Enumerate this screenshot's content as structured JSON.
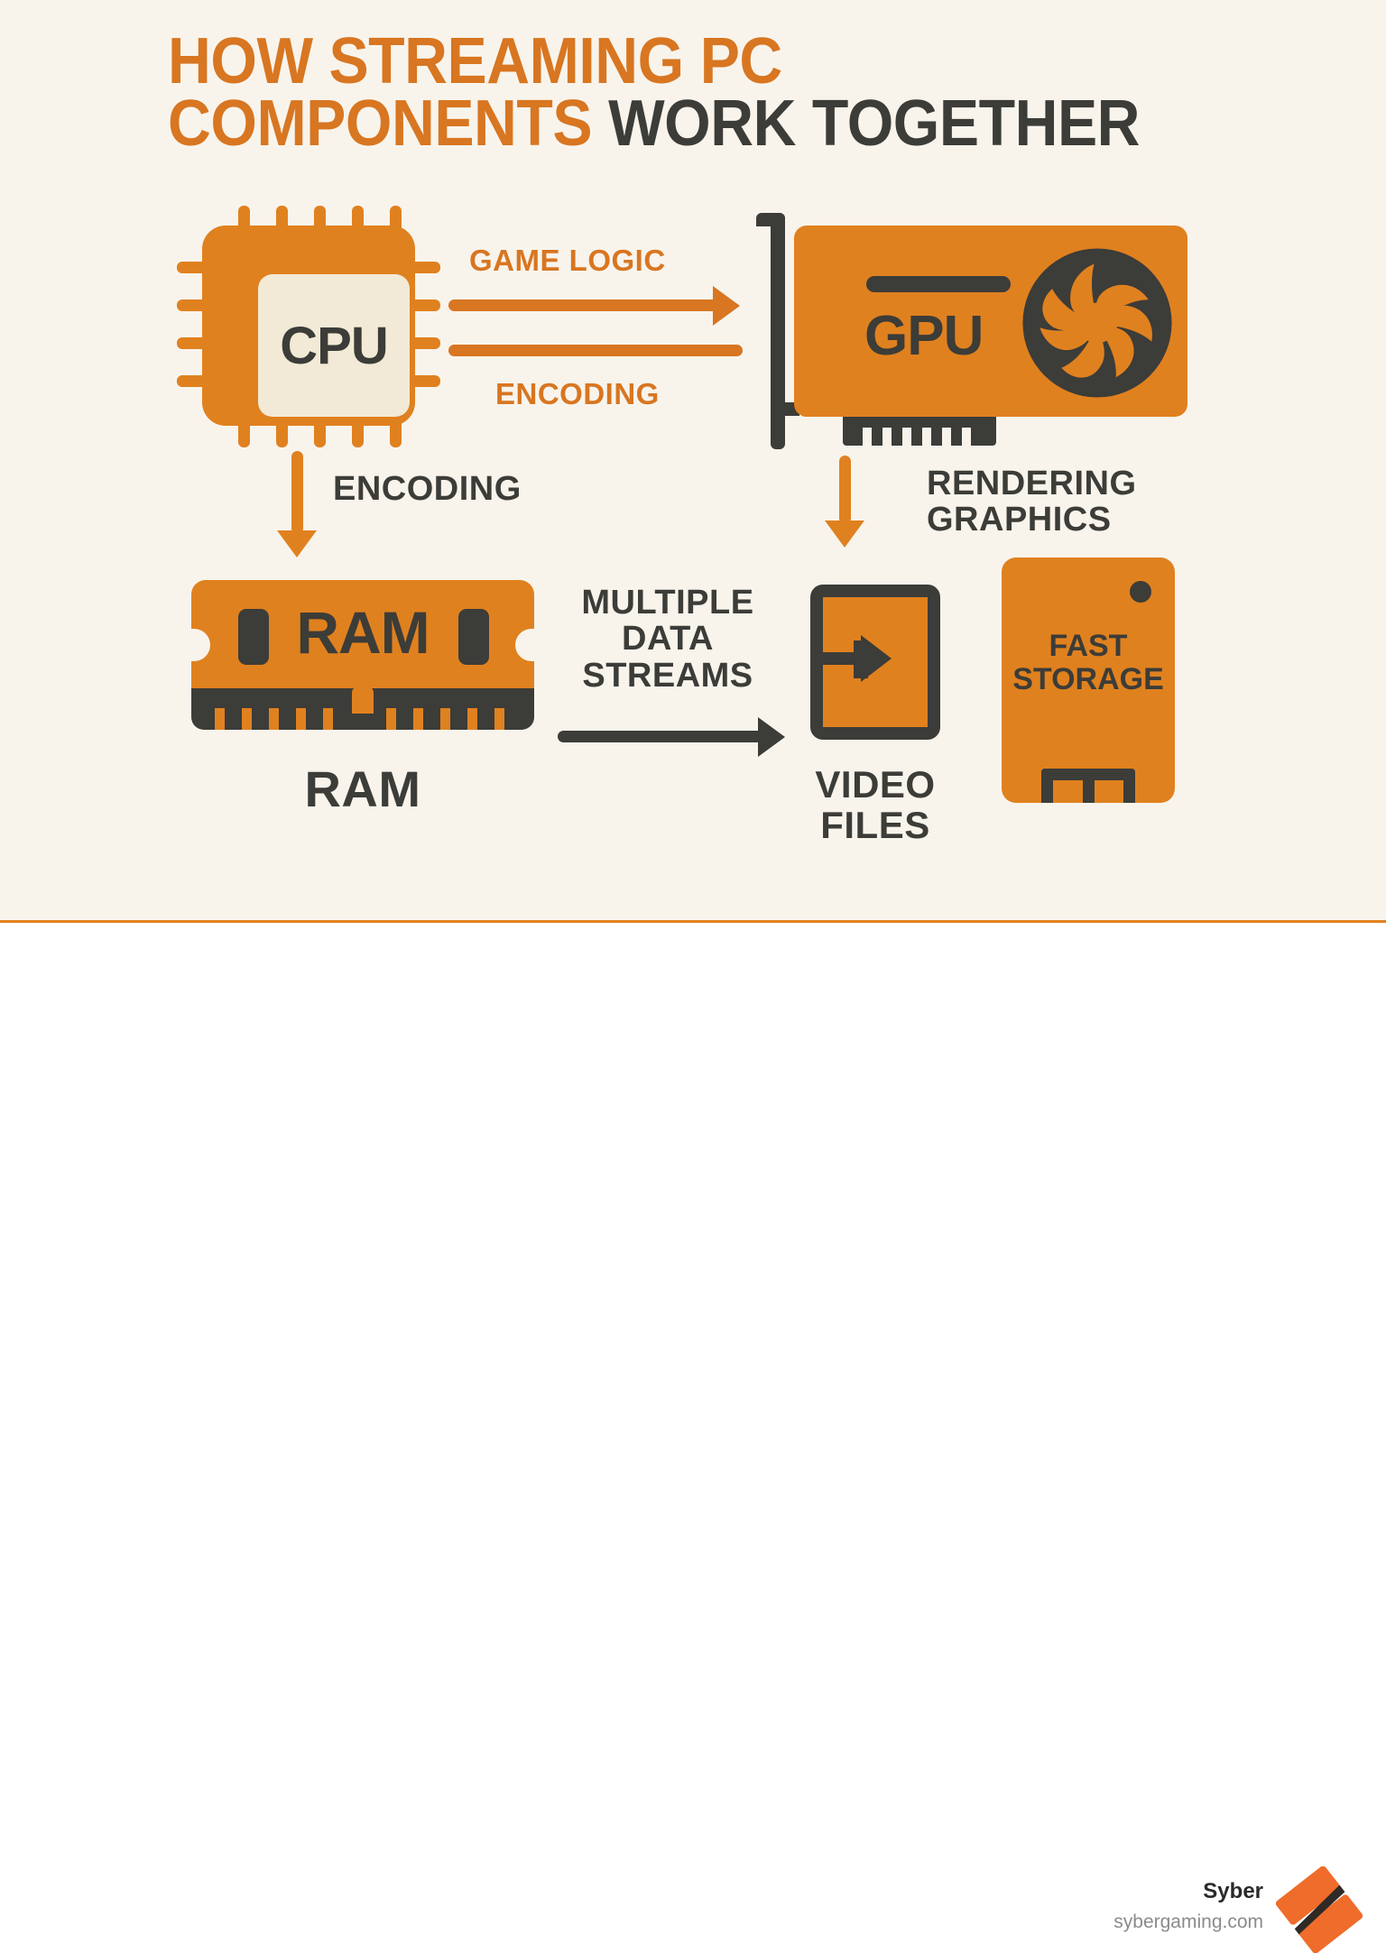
{
  "colors": {
    "background": "#f8f4ec",
    "orange": "#e0811f",
    "title_orange": "#d87621",
    "dark": "#3c3c38",
    "cream_inner": "#f2ead6",
    "footer_bg": "#ffffff",
    "brand_gray": "#8b8b8b"
  },
  "title": {
    "orange_part": "HOW STREAMING PC COMPONENTS ",
    "line1_orange": "HOW STREAMING PC",
    "line2_orange": "COMPONENTS ",
    "line2_dark": "WORK TOGETHER"
  },
  "nodes": {
    "cpu": {
      "label": "CPU"
    },
    "gpu": {
      "label": "GPU"
    },
    "ram": {
      "chip_label": "RAM",
      "caption": "RAM"
    },
    "video_files": {
      "caption": "VIDEO\nFILES"
    },
    "fast_storage": {
      "label": "FAST\nSTORAGE"
    }
  },
  "connectors": {
    "cpu_to_gpu_top": "GAME LOGIC",
    "cpu_to_gpu_bottom": "ENCODING",
    "cpu_to_ram": "ENCODING",
    "gpu_to_video": "RENDERING\nGRAPHICS",
    "ram_to_video": "MULTIPLE\nDATA\nSTREAMS"
  },
  "footer": {
    "brand": "Syber",
    "url": "sybergaming.com"
  }
}
